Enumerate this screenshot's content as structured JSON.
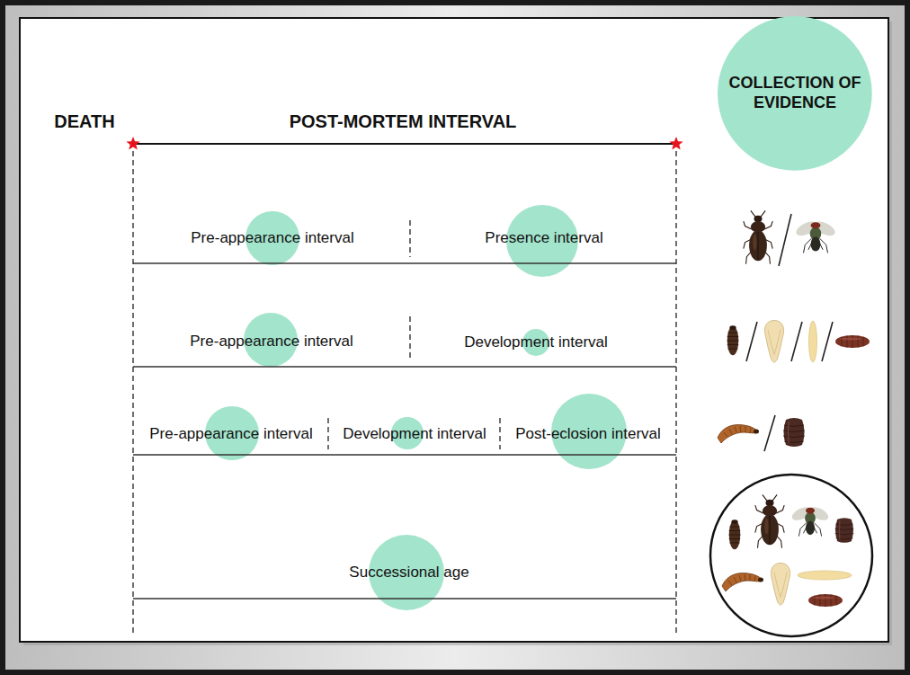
{
  "diagram": {
    "nodes": [
      {
        "text": [
          "COLLECTION OF EVIDENCE"
        ]
      }
    ],
    "labels": [
      "DEATH",
      "POST-MORTEM INTERVAL",
      "Pre-appearance interval",
      "Presence interval",
      "Pre-appearance interval",
      "Development interval",
      "Pre-appearance interval",
      "Development interval",
      "Post-eclosion interval",
      "Successional age"
    ]
  }
}
